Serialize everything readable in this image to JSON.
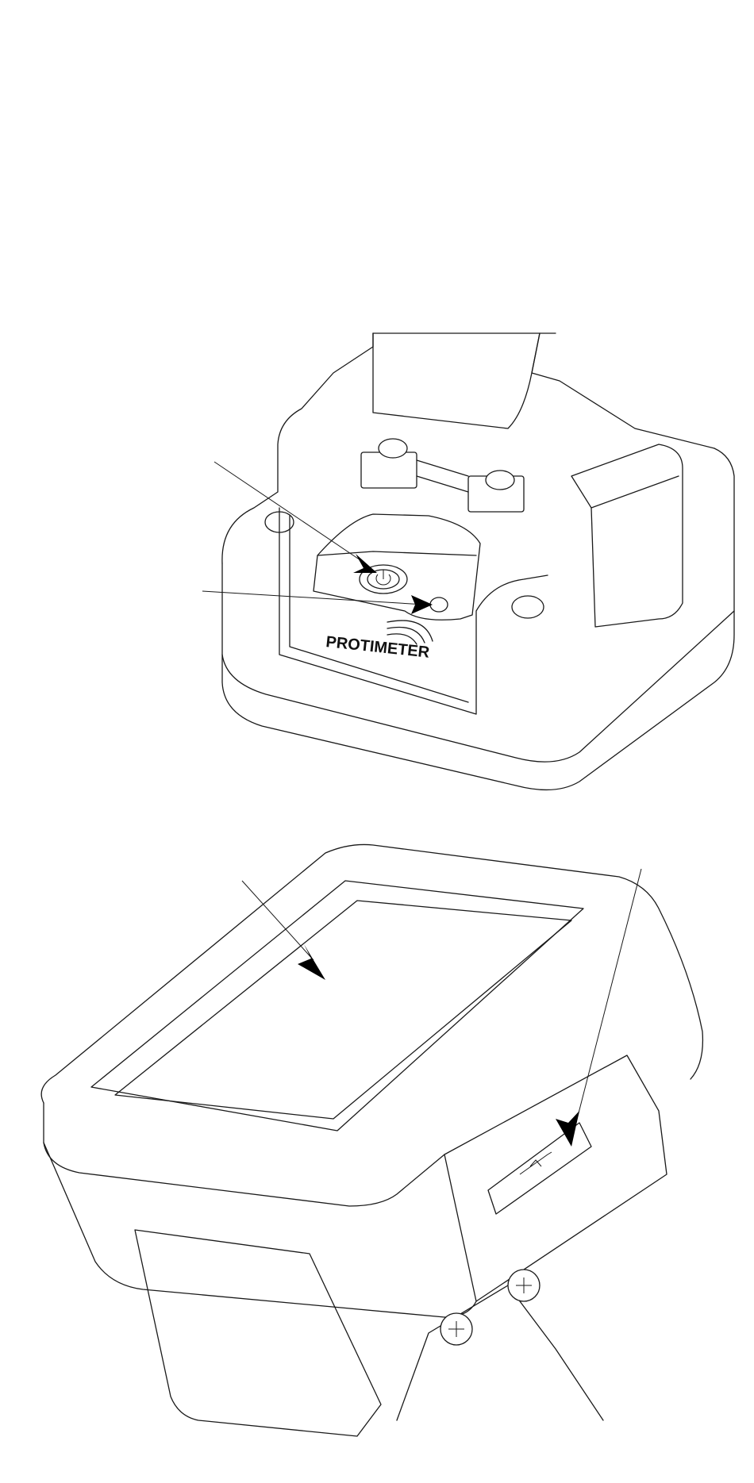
{
  "figure": {
    "brand_logo_text": "PROTIMETER",
    "top_view": {
      "labels": [
        "power-button",
        "status-led"
      ]
    },
    "bottom_view": {
      "labels": [
        "display-screen",
        "usb-port"
      ]
    }
  },
  "colors": {
    "line": "#1a1a1a",
    "arrow": "#000000",
    "background": "#ffffff"
  }
}
